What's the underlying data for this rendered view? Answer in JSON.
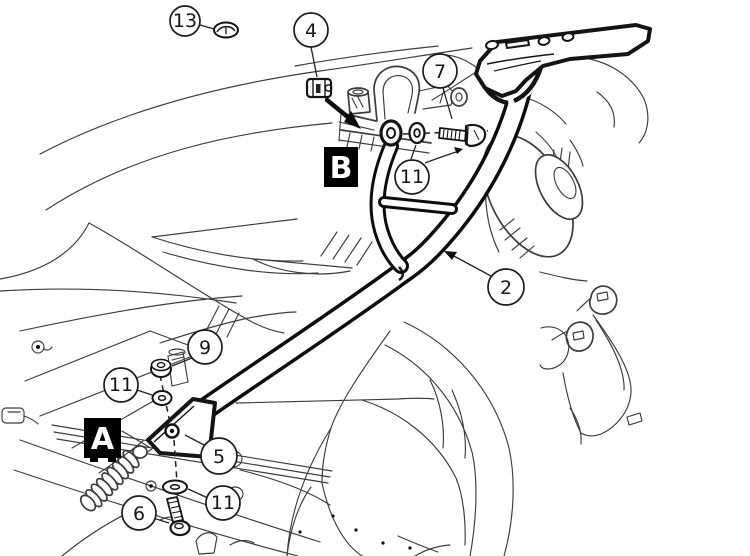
{
  "figure": {
    "kind": "assembly-diagram",
    "description": "Hand-drawn exploded mounting diagram of a rear luggage rack on a motorcycle tail section"
  },
  "colors": {
    "background": "#ffffff",
    "sketch_ink": "#3c3c3c",
    "rack_ink": "#0d0d0d",
    "label_background": "#000000",
    "label_text": "#ffffff"
  },
  "callouts": [
    {
      "number": "13"
    },
    {
      "number": "4"
    },
    {
      "number": "7"
    },
    {
      "number": "11"
    },
    {
      "number": "2"
    },
    {
      "number": "9"
    },
    {
      "number": "11"
    },
    {
      "number": "5"
    },
    {
      "number": "11"
    },
    {
      "number": "6"
    }
  ],
  "labels": [
    {
      "letter": "A"
    },
    {
      "letter": "B"
    }
  ]
}
